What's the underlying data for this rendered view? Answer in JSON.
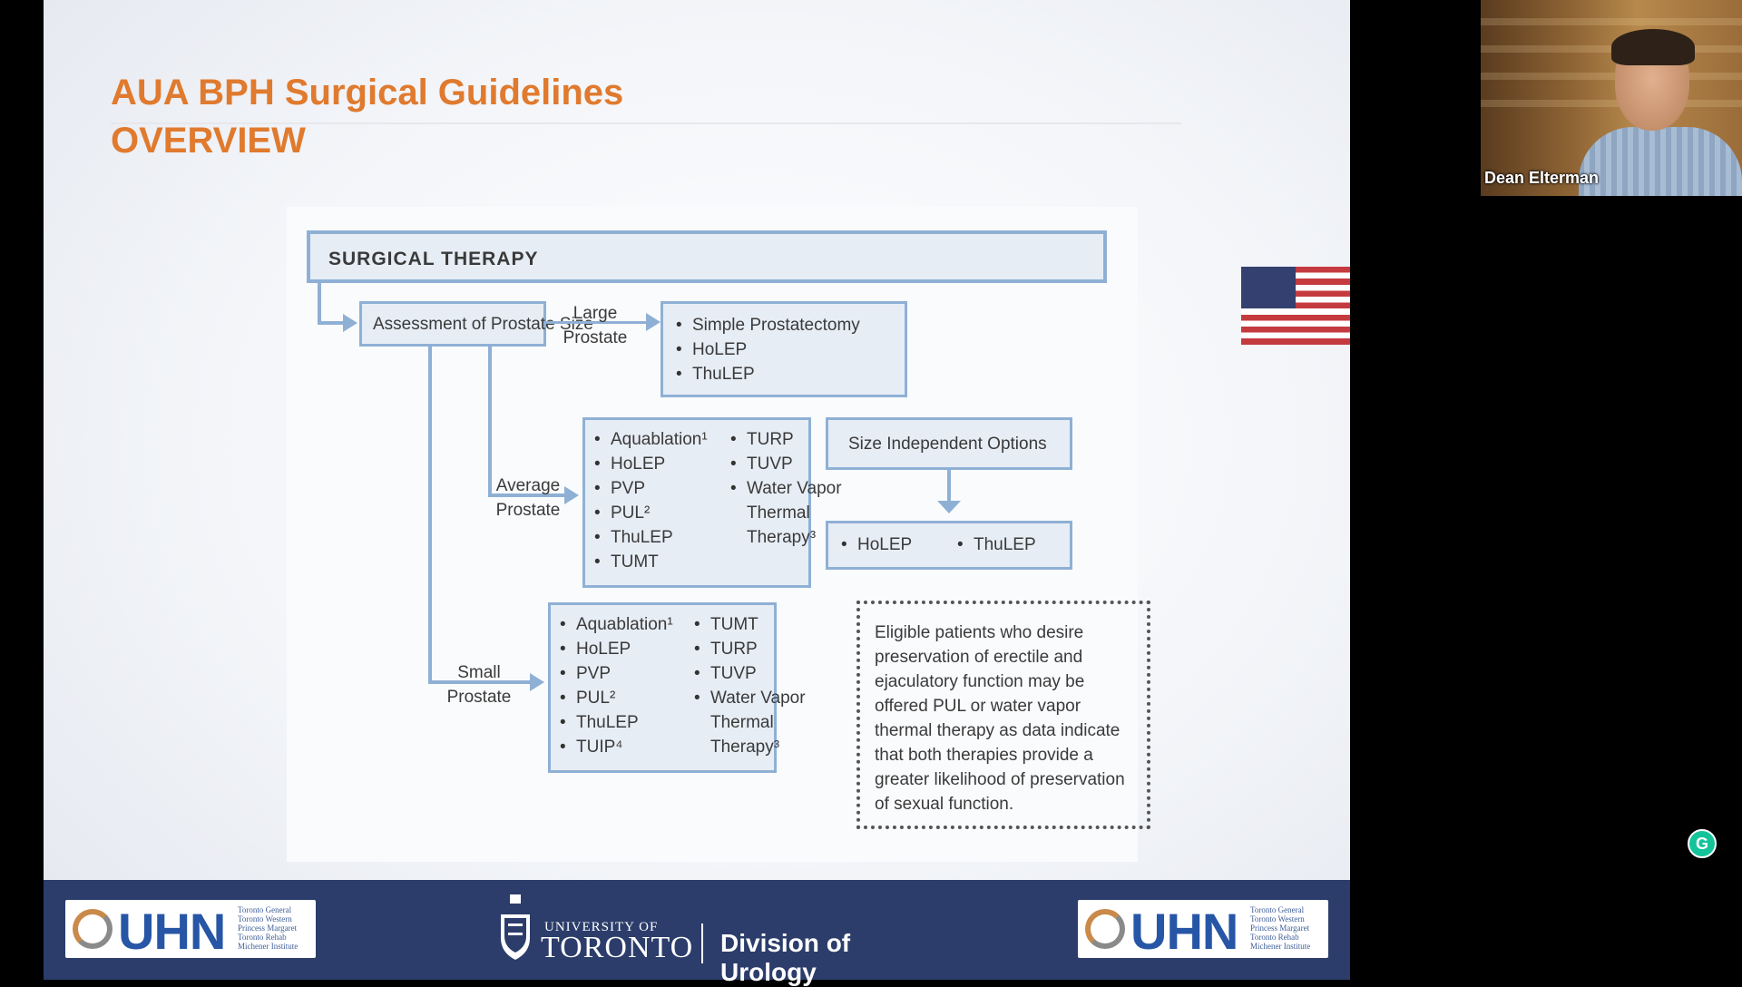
{
  "slide": {
    "title_line1": "AUA BPH Surgical Guidelines",
    "title_line2": "OVERVIEW",
    "diagram": {
      "header": "SURGICAL THERAPY",
      "assessment": "Assessment of Prostate Size",
      "large_label": "Large\nProstate",
      "large_options": [
        "Simple Prostatectomy",
        "HoLEP",
        "ThuLEP"
      ],
      "average_label": "Average\nProstate",
      "average_options_col1": [
        "Aquablation¹",
        "HoLEP",
        "PVP",
        "PUL²",
        "ThuLEP",
        "TUMT"
      ],
      "average_options_col2": [
        "TURP",
        "TUVP",
        "Water Vapor\nThermal\nTherapy³"
      ],
      "size_independent": "Size Independent Options",
      "size_independent_options": [
        "HoLEP",
        "ThuLEP"
      ],
      "small_label": "Small\nProstate",
      "small_options_col1": [
        "Aquablation¹",
        "HoLEP",
        "PVP",
        "PUL²",
        "ThuLEP",
        "TUIP⁴"
      ],
      "small_options_col2": [
        "TUMT",
        "TURP",
        "TUVP",
        "Water Vapor\nThermal\nTherapy³"
      ],
      "note": "Eligible patients who desire preservation of erectile and ejaculatory function may be offered PUL or water vapor thermal therapy as data indicate that both therapies provide a greater likelihood of preservation of sexual function."
    }
  },
  "footer": {
    "uhn_logo_text": "UHN",
    "uhn_sites": "Toronto General\nToronto Western\nPrincess Margaret\nToronto Rehab\nMichener Institute",
    "university_of": "UNIVERSITY OF",
    "toronto": "TORONTO",
    "division": "Division of Urology"
  },
  "participant": {
    "name": "Dean Elterman"
  },
  "icons": {
    "flag": "us-flag-icon",
    "grammarly": "grammarly-icon"
  }
}
